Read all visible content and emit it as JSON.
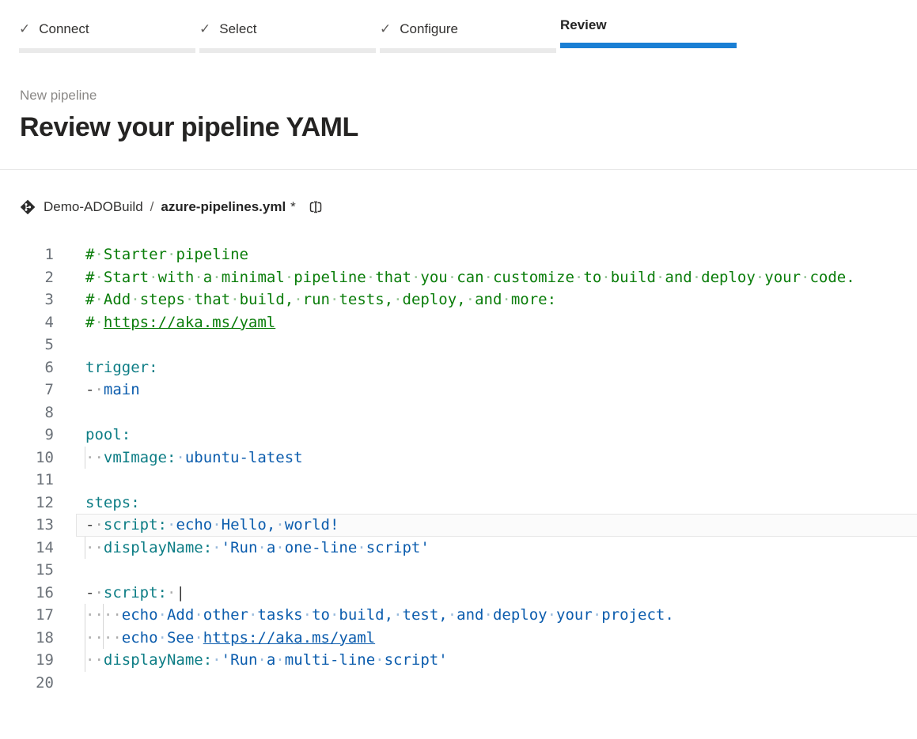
{
  "stepper": {
    "steps": [
      {
        "label": "Connect",
        "completed": true,
        "active": false
      },
      {
        "label": "Select",
        "completed": true,
        "active": false
      },
      {
        "label": "Configure",
        "completed": true,
        "active": false
      },
      {
        "label": "Review",
        "completed": false,
        "active": true
      }
    ],
    "check_glyph": "✓",
    "accent_color": "#1a7fd4",
    "inactive_bar_color": "#eaeaea"
  },
  "header": {
    "eyebrow": "New pipeline",
    "title": "Review your pipeline YAML"
  },
  "breadcrumb": {
    "repo": "Demo-ADOBuild",
    "separator": "/",
    "file": "azure-pipelines.yml",
    "modified_marker": "*",
    "icons": [
      "azure-repos-icon",
      "rename-file-icon"
    ]
  },
  "editor": {
    "language": "yaml",
    "colors": {
      "comment": "#0a7d0a",
      "key": "#0d7d85",
      "value": "#0b5cad",
      "punctuation": "#383838",
      "line_number": "#6b7178",
      "indent_guide": "#d6d6d6",
      "current_line_border": "#e5e5e5"
    },
    "lines": [
      {
        "num": 1,
        "tokens": [
          {
            "c": "c",
            "t": "# Starter pipeline"
          }
        ]
      },
      {
        "num": 2,
        "tokens": [
          {
            "c": "c",
            "t": "# Start with a minimal pipeline that you can customize to build and deploy your code."
          }
        ]
      },
      {
        "num": 3,
        "tokens": [
          {
            "c": "c",
            "t": "# Add steps that build, run tests, deploy, and more:"
          }
        ]
      },
      {
        "num": 4,
        "tokens": [
          {
            "c": "c",
            "t": "# "
          },
          {
            "c": "c-link",
            "t": "https://aka.ms/yaml"
          }
        ]
      },
      {
        "num": 5,
        "tokens": []
      },
      {
        "num": 6,
        "tokens": [
          {
            "c": "k",
            "t": "trigger:"
          }
        ]
      },
      {
        "num": 7,
        "tokens": [
          {
            "c": "p",
            "t": "- "
          },
          {
            "c": "v",
            "t": "main"
          }
        ]
      },
      {
        "num": 8,
        "tokens": []
      },
      {
        "num": 9,
        "tokens": [
          {
            "c": "k",
            "t": "pool:"
          }
        ]
      },
      {
        "num": 10,
        "guides": [
          0
        ],
        "tokens": [
          {
            "c": "p",
            "t": "  "
          },
          {
            "c": "k",
            "t": "vmImage:"
          },
          {
            "c": "v",
            "t": " ubuntu-latest"
          }
        ]
      },
      {
        "num": 11,
        "tokens": []
      },
      {
        "num": 12,
        "tokens": [
          {
            "c": "k",
            "t": "steps:"
          }
        ]
      },
      {
        "num": 13,
        "highlight": true,
        "tokens": [
          {
            "c": "p",
            "t": "- "
          },
          {
            "c": "k",
            "t": "script:"
          },
          {
            "c": "v",
            "t": " echo Hello, world!"
          }
        ]
      },
      {
        "num": 14,
        "guides": [
          0
        ],
        "tokens": [
          {
            "c": "p",
            "t": "  "
          },
          {
            "c": "k",
            "t": "displayName:"
          },
          {
            "c": "v",
            "t": " 'Run a one-line script'"
          }
        ]
      },
      {
        "num": 15,
        "tokens": []
      },
      {
        "num": 16,
        "tokens": [
          {
            "c": "p",
            "t": "- "
          },
          {
            "c": "k",
            "t": "script:"
          },
          {
            "c": "p",
            "t": " |"
          }
        ]
      },
      {
        "num": 17,
        "guides": [
          0,
          2
        ],
        "tokens": [
          {
            "c": "p",
            "t": "    "
          },
          {
            "c": "v",
            "t": "echo Add other tasks to build, test, and deploy your project."
          }
        ]
      },
      {
        "num": 18,
        "guides": [
          0,
          2
        ],
        "tokens": [
          {
            "c": "p",
            "t": "    "
          },
          {
            "c": "v",
            "t": "echo See "
          },
          {
            "c": "v-link",
            "t": "https://aka.ms/yaml"
          }
        ]
      },
      {
        "num": 19,
        "guides": [
          0
        ],
        "tokens": [
          {
            "c": "p",
            "t": "  "
          },
          {
            "c": "k",
            "t": "displayName:"
          },
          {
            "c": "v",
            "t": " 'Run a multi-line script'"
          }
        ]
      },
      {
        "num": 20,
        "tokens": []
      }
    ]
  }
}
